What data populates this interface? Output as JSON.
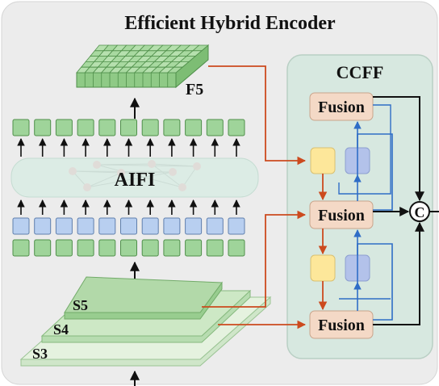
{
  "title": "Efficient Hybrid Encoder",
  "ccff_label": "CCFF",
  "fusion_label": "Fusion",
  "concat_symbol": "C",
  "aifi_label": "AIFI",
  "f5_label": "F5",
  "scale_labels": [
    "S5",
    "S4",
    "S3"
  ],
  "token_count": 11,
  "colors": {
    "panel_bg": "#ececec",
    "ccff_bg": "#d7e8e0",
    "fusion_fill": "#f4d9c6",
    "aifi_fill": "#dcece5",
    "token_green": "#9fd49a",
    "token_blue": "#b8cff0",
    "block_yellow": "#fde79a",
    "block_blue": "#b3c2ea",
    "arrow_red": "#cc4a1e",
    "arrow_blue": "#2f6dc6"
  }
}
